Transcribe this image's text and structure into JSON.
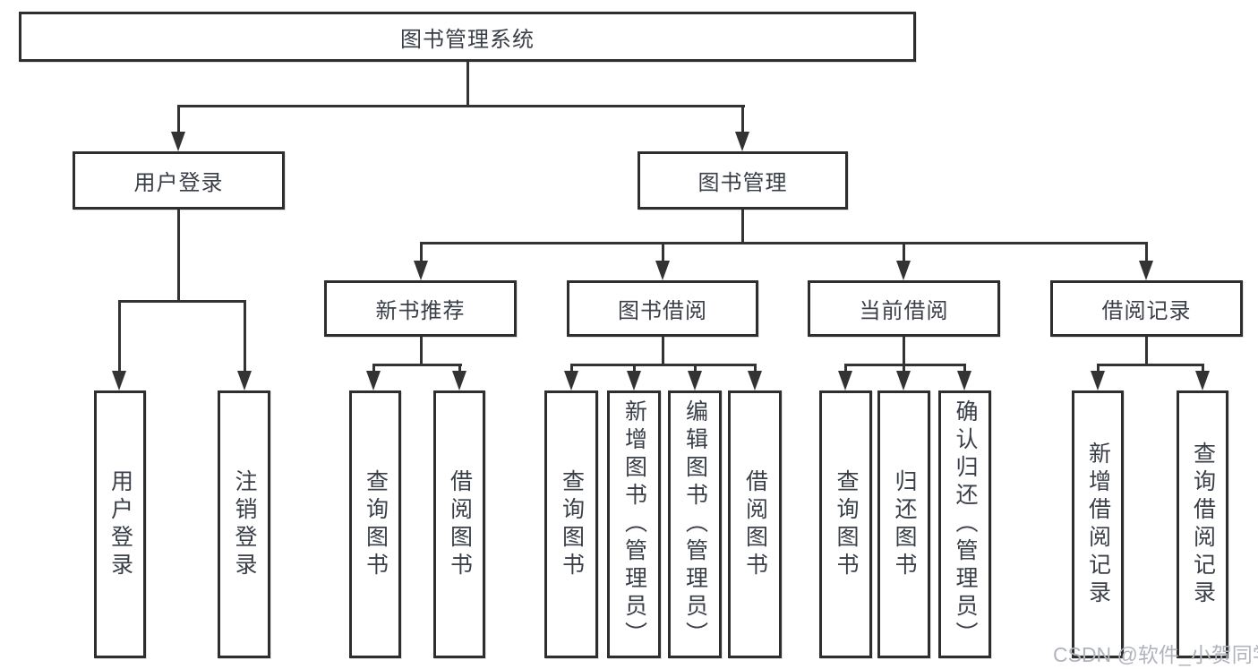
{
  "tree": {
    "root": {
      "label": "图书管理系统"
    },
    "branches": [
      {
        "label": "用户登录",
        "children": [
          {
            "label": "用户登录"
          },
          {
            "label": "注销登录"
          }
        ]
      },
      {
        "label": "图书管理",
        "children": [
          {
            "label": "新书推荐",
            "children": [
              {
                "label": "查询图书"
              },
              {
                "label": "借阅图书"
              }
            ]
          },
          {
            "label": "图书借阅",
            "children": [
              {
                "label": "查询图书"
              },
              {
                "label": "新增图书（管理员）"
              },
              {
                "label": "编辑图书（管理员）"
              },
              {
                "label": "借阅图书"
              }
            ]
          },
          {
            "label": "当前借阅",
            "children": [
              {
                "label": "查询图书"
              },
              {
                "label": "归还图书"
              },
              {
                "label": "确认归还（管理员）"
              }
            ]
          },
          {
            "label": "借阅记录",
            "children": [
              {
                "label": "新增借阅记录"
              },
              {
                "label": "查询借阅记录"
              }
            ]
          }
        ]
      }
    ]
  },
  "watermark": {
    "text": "CSDN @软件_小贺同学"
  },
  "colors": {
    "line": "#333333",
    "border": "#2e2e2e",
    "text": "#3a3f47",
    "watermark": "#b0b4bd"
  }
}
